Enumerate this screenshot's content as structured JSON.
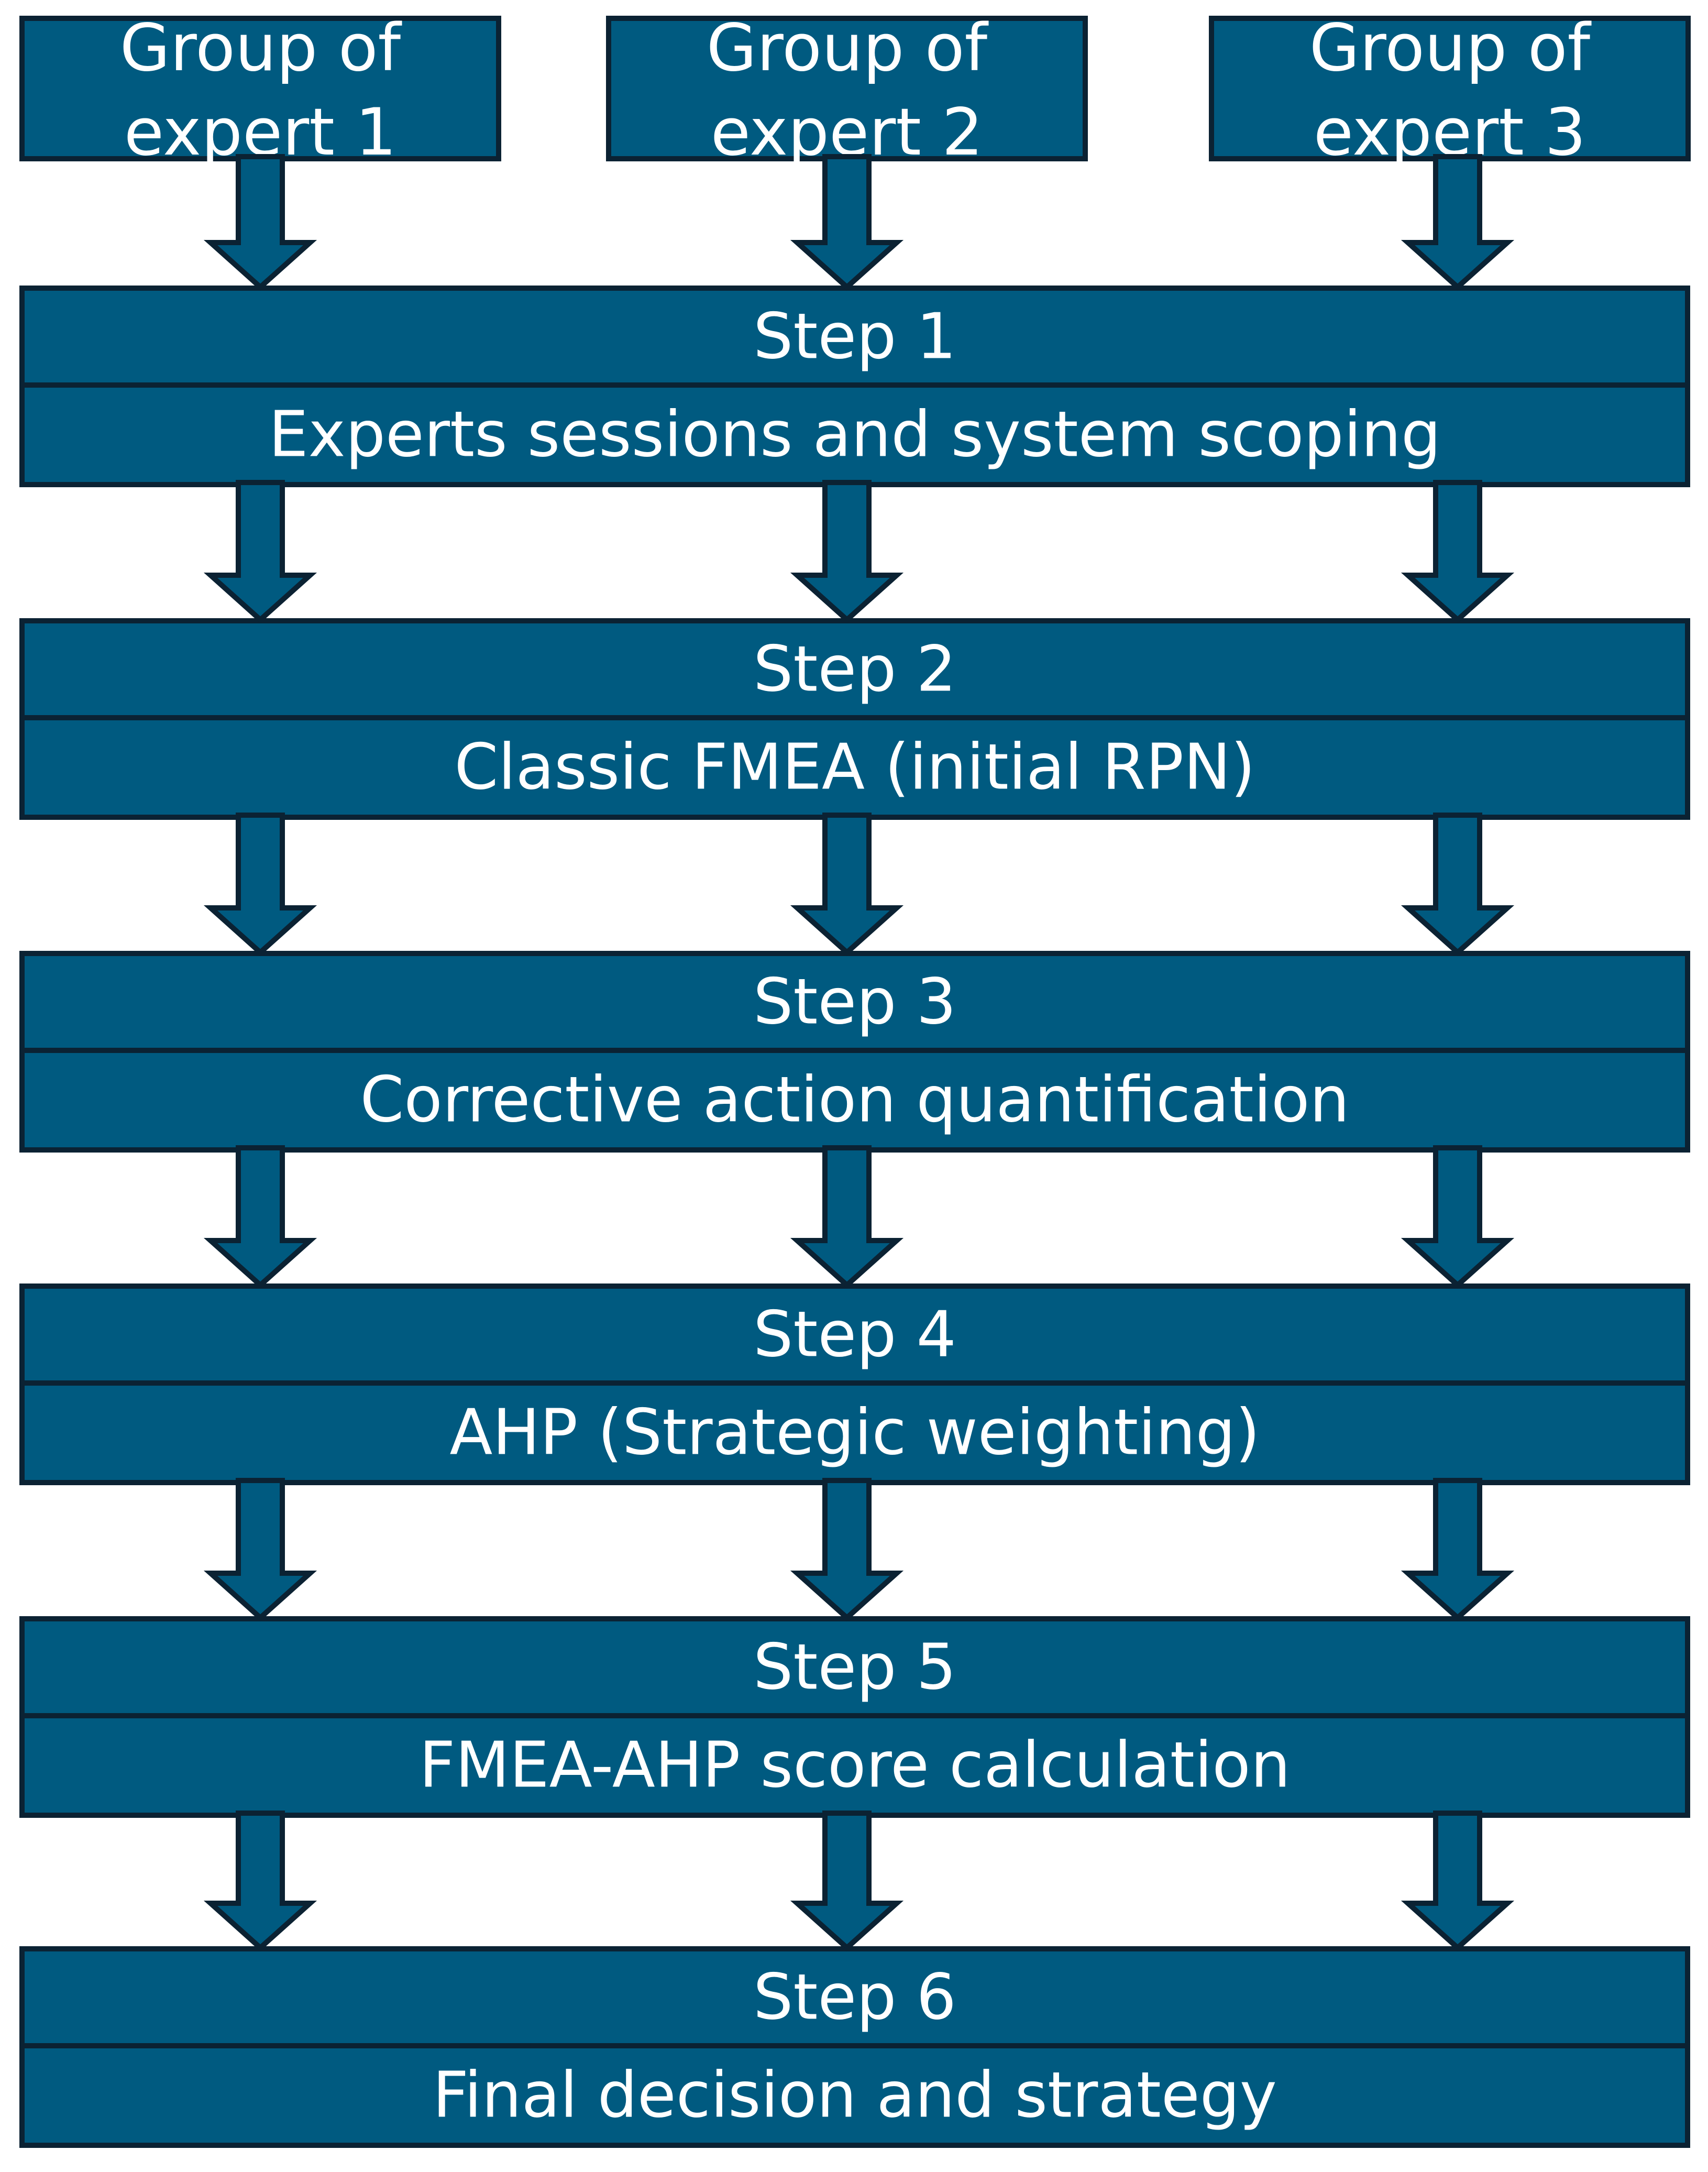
{
  "colors": {
    "box_fill": "#005a80",
    "box_stroke": "#0b2233",
    "text": "#ffffff",
    "background": "#ffffff"
  },
  "experts": [
    {
      "line1": "Group of",
      "line2": "expert 1"
    },
    {
      "line1": "Group of",
      "line2": "expert 2"
    },
    {
      "line1": "Group of",
      "line2": "expert 3"
    }
  ],
  "steps": [
    {
      "title": "Step 1",
      "description": "Experts sessions and system scoping"
    },
    {
      "title": "Step 2",
      "description": "Classic FMEA (initial RPN)"
    },
    {
      "title": "Step 3",
      "description": "Corrective action quantification"
    },
    {
      "title": "Step 4",
      "description": "AHP (Strategic weighting)"
    },
    {
      "title": "Step 5",
      "description": "FMEA-AHP score calculation"
    },
    {
      "title": "Step 6",
      "description": "Final decision and strategy"
    }
  ],
  "arrow_icon": "down-arrow-icon"
}
